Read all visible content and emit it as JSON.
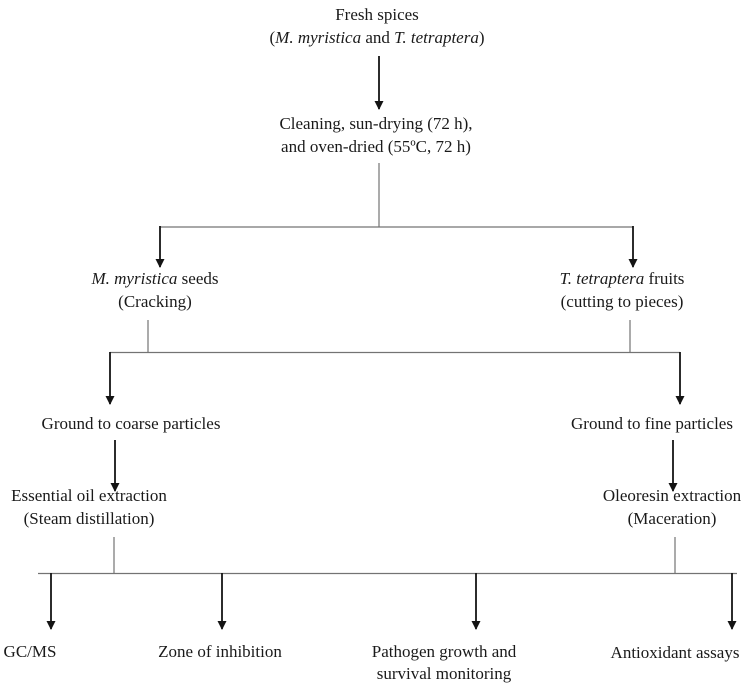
{
  "figure": {
    "background": "#ffffff",
    "line_color": "#737373",
    "arrow_color": "#141414",
    "text_color": "#1a1a1a"
  },
  "nodes": {
    "fresh_spices": {
      "lines": [
        [
          {
            "t": "Fresh spices"
          }
        ],
        [
          {
            "t": "("
          },
          {
            "t": "M. myristica",
            "i": true
          },
          {
            "t": " and "
          },
          {
            "t": "T. tetraptera",
            "i": true
          },
          {
            "t": ")"
          }
        ]
      ]
    },
    "cleaning_drying": {
      "lines": [
        [
          {
            "t": "Cleaning, sun-drying (72 h),"
          }
        ],
        [
          {
            "t": "and oven-dried (55ºC, 72 h)"
          }
        ]
      ]
    },
    "myristica_seeds": {
      "lines": [
        [
          {
            "t": "M. myristica",
            "i": true
          },
          {
            "t": " seeds"
          }
        ],
        [
          {
            "t": "(Cracking)"
          }
        ]
      ]
    },
    "tetraptera_fruits": {
      "lines": [
        [
          {
            "t": "T. tetraptera",
            "i": true
          },
          {
            "t": " fruits"
          }
        ],
        [
          {
            "t": "(cutting to pieces)"
          }
        ]
      ]
    },
    "ground_coarse": {
      "lines": [
        [
          {
            "t": "Ground to coarse particles"
          }
        ]
      ]
    },
    "ground_fine": {
      "lines": [
        [
          {
            "t": "Ground to fine particles"
          }
        ]
      ]
    },
    "essential_oil": {
      "lines": [
        [
          {
            "t": "Essential oil extraction"
          }
        ],
        [
          {
            "t": "(Steam distillation)"
          }
        ]
      ]
    },
    "oleoresin": {
      "lines": [
        [
          {
            "t": "Oleoresin extraction"
          }
        ],
        [
          {
            "t": "(Maceration)"
          }
        ]
      ]
    },
    "gcms": {
      "lines": [
        [
          {
            "t": "GC/MS"
          }
        ]
      ]
    },
    "zone_inhibition": {
      "lines": [
        [
          {
            "t": "Zone of inhibition"
          }
        ]
      ]
    },
    "pathogen_monitoring": {
      "lines": [
        [
          {
            "t": "Pathogen growth and"
          }
        ],
        [
          {
            "t": "survival monitoring"
          }
        ]
      ]
    },
    "antioxidant_assays": {
      "lines": [
        [
          {
            "t": "Antioxidant assays"
          }
        ]
      ]
    }
  }
}
